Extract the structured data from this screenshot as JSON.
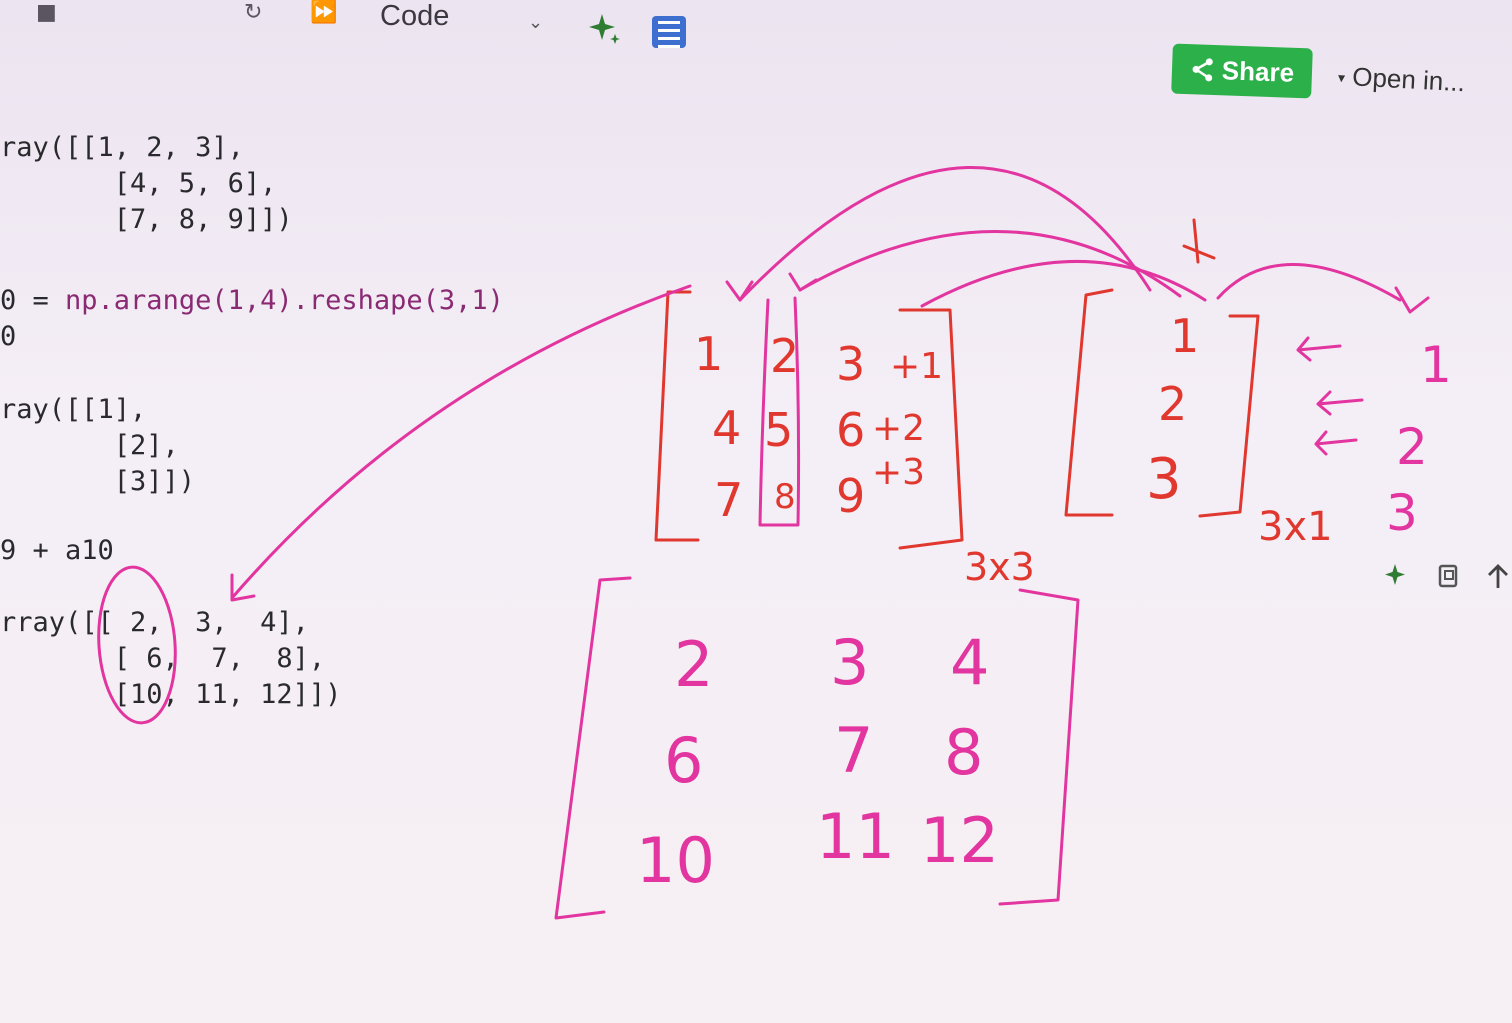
{
  "toolbar": {
    "cell_type": "Code",
    "share_label": "Share",
    "open_in_label": "Open in..."
  },
  "code_lines": {
    "out1_l1": "ray([[1, 2, 3],",
    "out1_l2": "       [4, 5, 6],",
    "out1_l3": "       [7, 8, 9]])",
    "in2_a": "0 = ",
    "in2_b": "np.arange(1,4).reshape(3,1)",
    "in2_c": "0",
    "out2_l1": "ray([[1],",
    "out2_l2": "       [2],",
    "out2_l3": "       [3]])",
    "in3": "9 + a10",
    "out3_l1": "rray([[ 2,  3,  4],",
    "out3_l2": "       [ 6,  7,  8],",
    "out3_l3": "       [10, 11, 12]])"
  },
  "annotations": {
    "matrix_a": [
      "1",
      "2",
      "3",
      "4",
      "5",
      "6",
      "7",
      "8",
      "9"
    ],
    "plus_labels": [
      "+1",
      "+2",
      "+3"
    ],
    "shape_a": "3x3",
    "matrix_b": [
      "1",
      "2",
      "3"
    ],
    "shape_b": "3x1",
    "broadcast_copy": [
      "1",
      "2",
      "3"
    ],
    "matrix_result": [
      "2",
      "3",
      "4",
      "6",
      "7",
      "8",
      "10",
      "11",
      "12"
    ],
    "ink_red": "#e0382f",
    "ink_pink": "#e2359f"
  }
}
